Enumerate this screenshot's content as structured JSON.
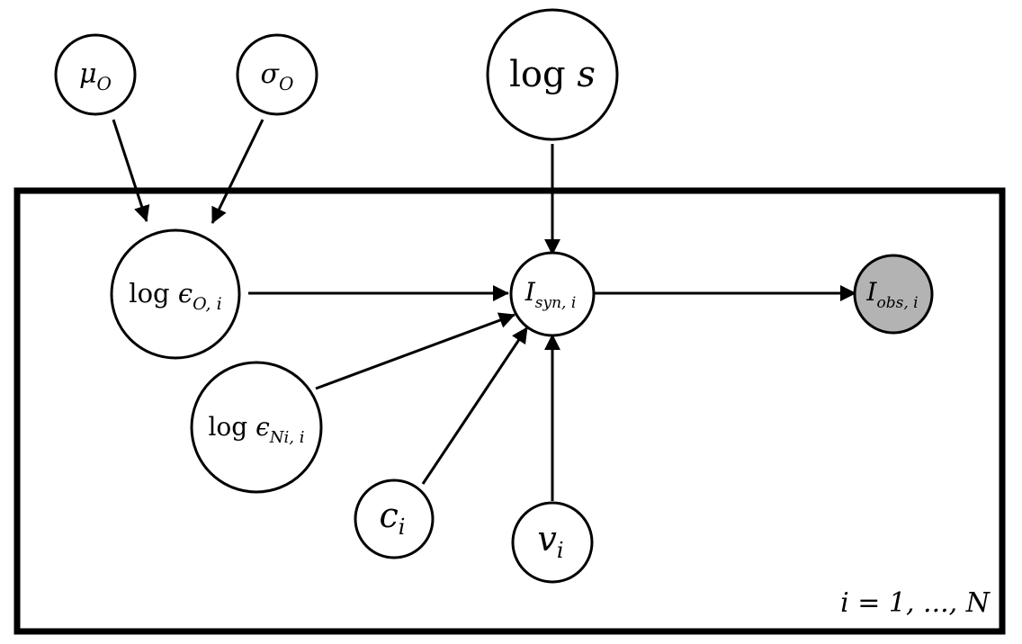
{
  "diagram": {
    "plate_label": "i = 1, ..., N",
    "nodes": {
      "mu_o": {
        "label": "μ_O",
        "observed": false
      },
      "sigma_o": {
        "label": "σ_O",
        "observed": false
      },
      "log_s": {
        "label": "log s",
        "observed": false
      },
      "log_eps_o": {
        "label": "log ϵ_{O, i}",
        "observed": false
      },
      "i_syn": {
        "label": "I_{syn, i}",
        "observed": false
      },
      "i_obs": {
        "label": "I_{obs, i}",
        "observed": true
      },
      "log_eps_ni": {
        "label": "log ϵ_{Ni, i}",
        "observed": false
      },
      "c_i": {
        "label": "c_i",
        "observed": false
      },
      "v_i": {
        "label": "v_i",
        "observed": false
      }
    },
    "edges": [
      {
        "from": "mu_o",
        "to": "log_eps_o"
      },
      {
        "from": "sigma_o",
        "to": "log_eps_o"
      },
      {
        "from": "log_s",
        "to": "i_syn"
      },
      {
        "from": "log_eps_o",
        "to": "i_syn"
      },
      {
        "from": "log_eps_ni",
        "to": "i_syn"
      },
      {
        "from": "c_i",
        "to": "i_syn"
      },
      {
        "from": "v_i",
        "to": "i_syn"
      },
      {
        "from": "i_syn",
        "to": "i_obs"
      }
    ],
    "colors": {
      "observed_fill": "#b3b3b3",
      "stroke": "#000000",
      "background": "#ffffff"
    }
  }
}
